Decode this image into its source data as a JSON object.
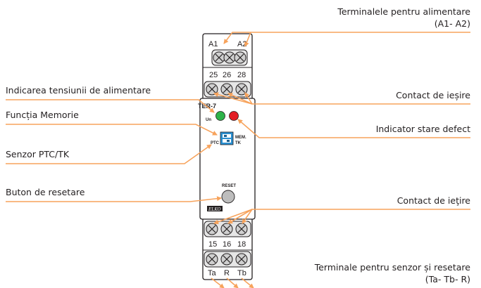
{
  "labels": {
    "power_terminals_line1": "Terminalele pentru alimentare",
    "power_terminals_line2": "(A1- A2)",
    "output_contact_top": "Contact de ieșire",
    "fault_indicator": "Indicator stare defect",
    "supply_indication": "Indicarea tensiunii de alimentare",
    "memory_function": "Funcția Memorie",
    "sensor": "Senzor PTC/TK",
    "reset_button": "Buton de resetare",
    "output_contact_bottom": "Contact de ieţire",
    "sensor_terminals_line1": "Terminale pentru senzor și resetare",
    "sensor_terminals_line2": "(Ta- Tb- R)"
  },
  "device": {
    "terminals_top": [
      "A1",
      "A2"
    ],
    "terminals_mid": [
      "25",
      "26",
      "28"
    ],
    "model": "TER-7",
    "un_label": "Un",
    "mem_label": "MEM.",
    "tk_label": "TK",
    "ptc_label": "PTC",
    "reset_label": "RESET",
    "brand": "ELKO",
    "terminals_bottom": [
      "15",
      "16",
      "18"
    ],
    "terminals_sensor": [
      "Ta",
      "R",
      "Tb"
    ]
  },
  "colors": {
    "accent": "#f7a35c",
    "led_green": "#2db34a",
    "led_red": "#e31e24",
    "switch_blue": "#2a8fd0"
  }
}
